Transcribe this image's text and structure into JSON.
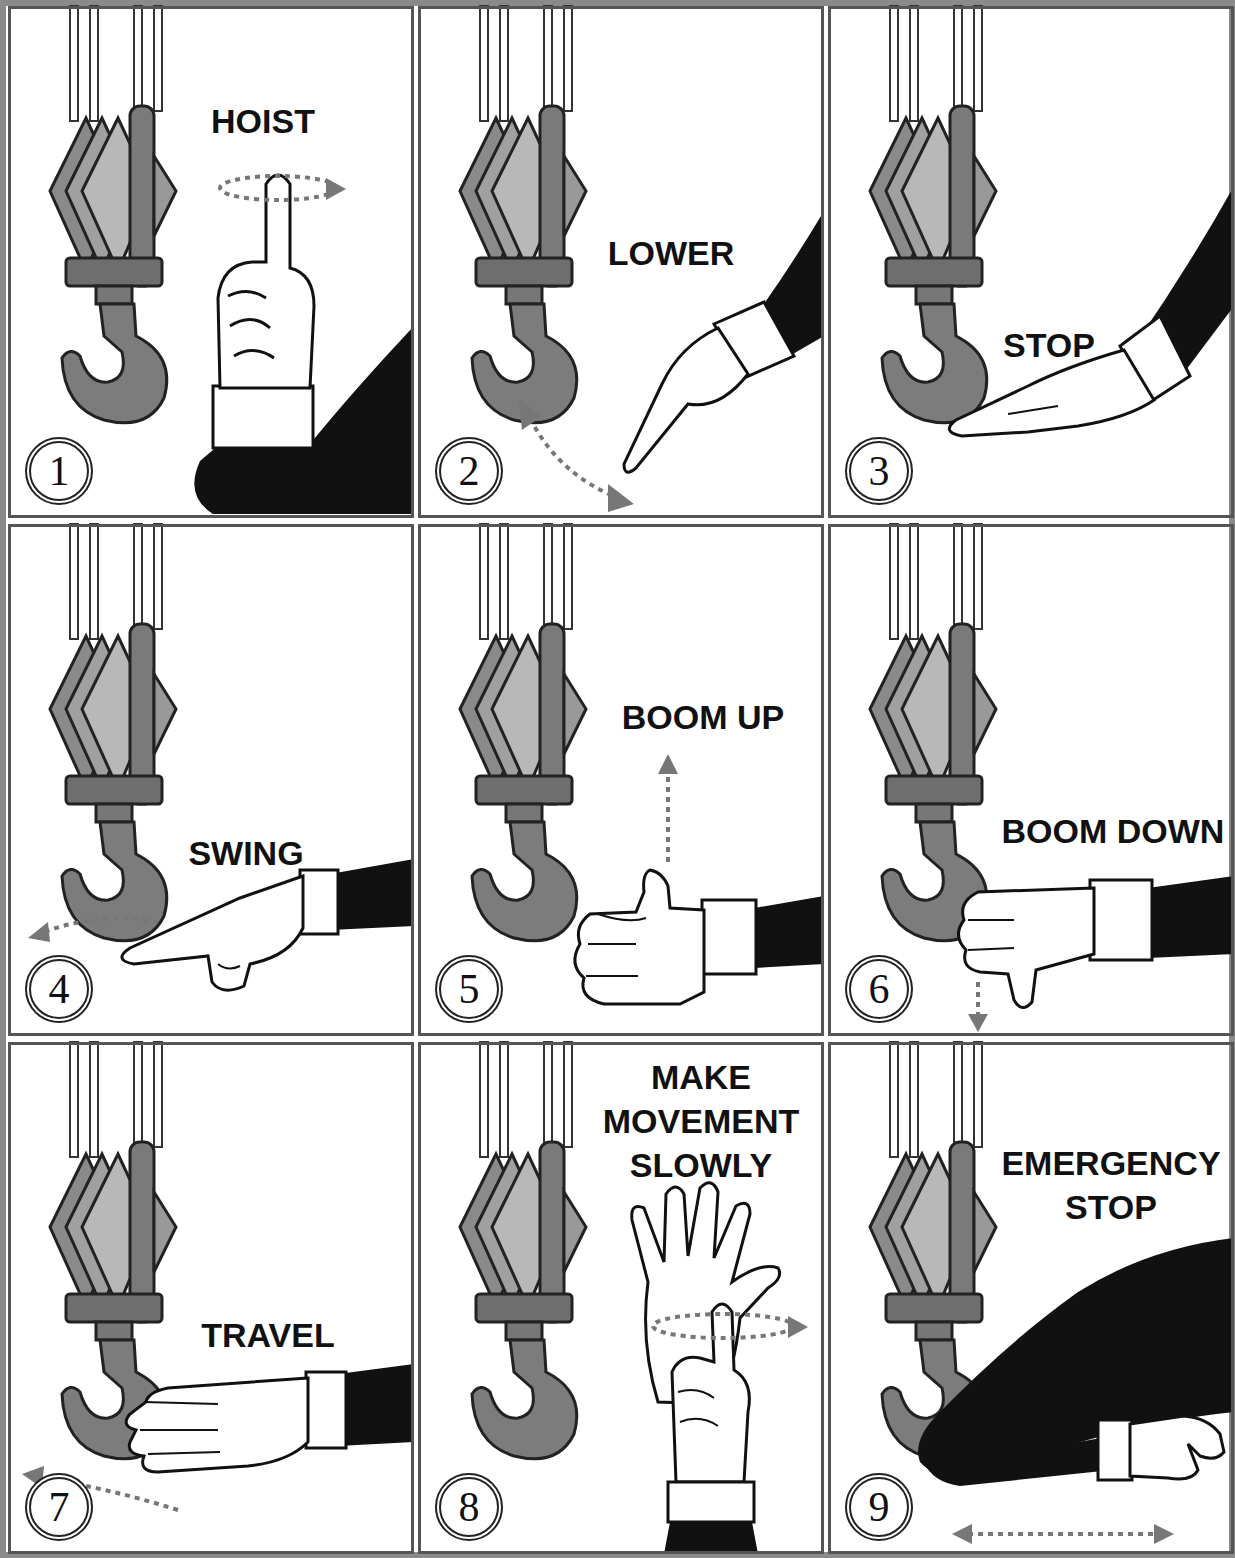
{
  "diagram": {
    "nodes": [
      {
        "text": [
          "HOIST"
        ]
      },
      {
        "text": [
          "1"
        ],
        "in": 0
      },
      {
        "text": [
          "LOWER"
        ]
      },
      {
        "text": [
          "2"
        ],
        "in": 2
      },
      {
        "text": [
          "STOP"
        ]
      },
      {
        "text": [
          "3"
        ],
        "in": 4
      },
      {
        "text": [
          "SWING"
        ]
      },
      {
        "text": [
          "4"
        ],
        "in": 6
      },
      {
        "text": [
          "BOOM UP"
        ]
      },
      {
        "text": [
          "5"
        ],
        "in": 8
      },
      {
        "text": [
          "BOOM DOWN"
        ]
      },
      {
        "text": [
          "6"
        ],
        "in": 10
      },
      {
        "text": [
          "TRAVEL"
        ]
      },
      {
        "text": [
          "7"
        ],
        "in": 12
      },
      {
        "text": [
          "MAKE MOVEMENT SLOWLY"
        ]
      },
      {
        "text": [
          "8"
        ],
        "in": 14
      },
      {
        "text": [
          "EMERGENCY STOP"
        ]
      },
      {
        "text": [
          "9"
        ],
        "in": 16
      }
    ]
  }
}
